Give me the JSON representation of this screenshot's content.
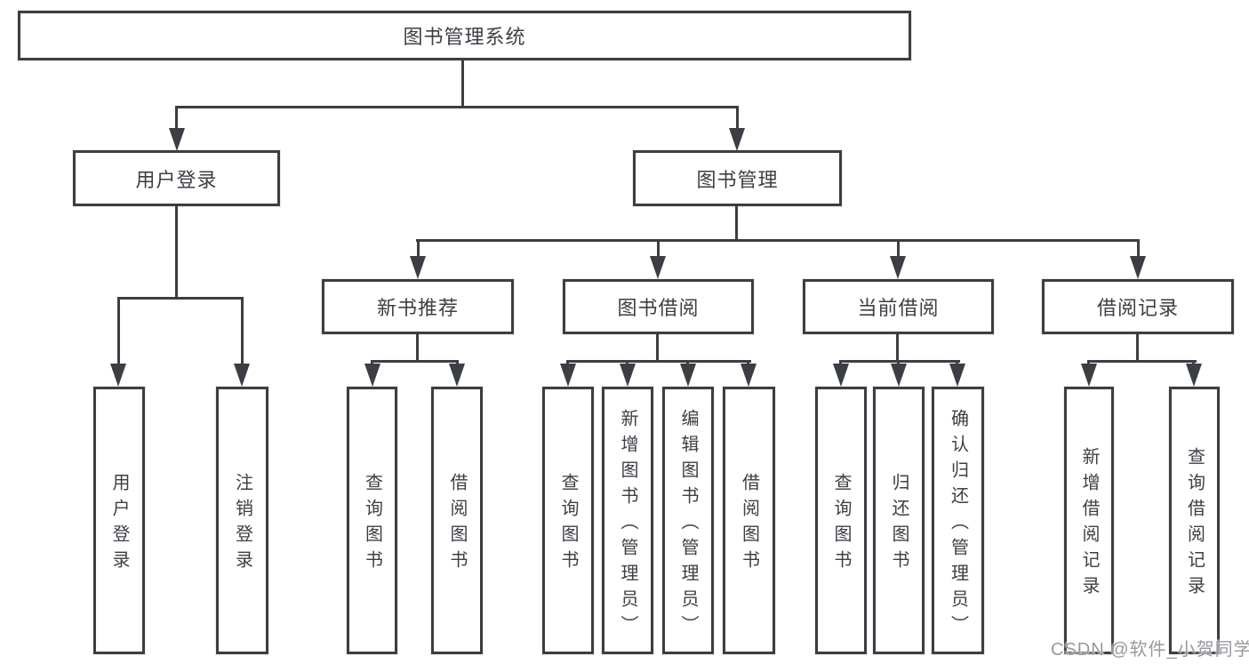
{
  "root": {
    "label": "图书管理系统"
  },
  "branches": {
    "user_login": {
      "label": "用户登录",
      "children": [
        {
          "label": "用户登录"
        },
        {
          "label": "注销登录"
        }
      ]
    },
    "book_management": {
      "label": "图书管理",
      "modules": [
        {
          "label": "新书推荐",
          "children": [
            {
              "label": "查询图书"
            },
            {
              "label": "借阅图书"
            }
          ]
        },
        {
          "label": "图书借阅",
          "children": [
            {
              "label": "查询图书"
            },
            {
              "label": "新增图书（管理员）"
            },
            {
              "label": "编辑图书（管理员）"
            },
            {
              "label": "借阅图书"
            }
          ]
        },
        {
          "label": "当前借阅",
          "children": [
            {
              "label": "查询图书"
            },
            {
              "label": "归还图书"
            },
            {
              "label": "确认归还（管理员）"
            }
          ]
        },
        {
          "label": "借阅记录",
          "children": [
            {
              "label": "新增借阅记录"
            },
            {
              "label": "查询借阅记录"
            }
          ]
        }
      ]
    }
  },
  "watermark": {
    "text": "CSDN @软件_小贺同学"
  },
  "colors": {
    "line": "#3b3e42",
    "text": "#3c3f44",
    "watermark": "#97999e",
    "background": "#ffffff"
  }
}
